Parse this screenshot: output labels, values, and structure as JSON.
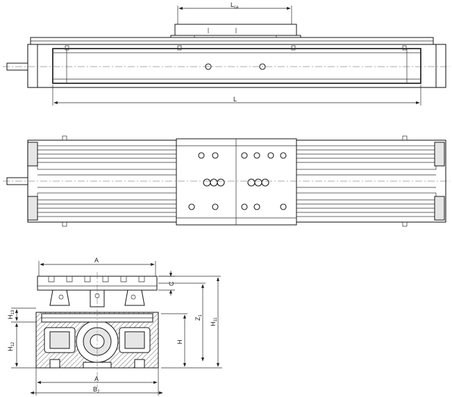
{
  "dimensions": {
    "top_view_carriage_length": {
      "main": "L",
      "sub": "ca"
    },
    "top_view_length": {
      "main": "L"
    },
    "section_width_top": {
      "main": "A"
    },
    "section_width_bottom": {
      "main": "A"
    },
    "section_base_width": {
      "main": "B",
      "sub": "2"
    },
    "section_carriage_height": {
      "main": "C"
    },
    "section_z": {
      "main": "Z",
      "sub": "1"
    },
    "section_h11": {
      "main": "H",
      "sub": "11"
    },
    "section_h": {
      "main": "H"
    },
    "section_h13": {
      "main": "H",
      "sub": "13"
    },
    "section_h12": {
      "main": "H",
      "sub": "12"
    }
  }
}
